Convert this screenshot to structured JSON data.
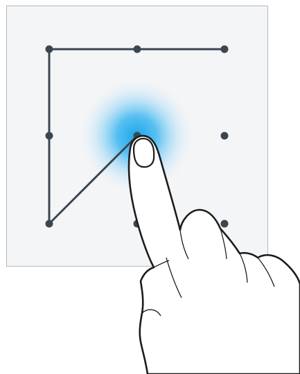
{
  "screen": {
    "name": "pattern-lock-illustration",
    "colors": {
      "panel_background": "#f4f5f7",
      "panel_border": "#b5b8bc",
      "dot_color": "#3b4651",
      "path_color": "#3b4651",
      "touch_glow": "#1aa6ea",
      "hand_outline": "#1c1c1c",
      "hand_fill": "#ffffff"
    }
  },
  "pattern": {
    "grid_size": 3,
    "dots": [
      {
        "id": "dot-1",
        "row": 1,
        "col": 1,
        "selected": true
      },
      {
        "id": "dot-2",
        "row": 1,
        "col": 2,
        "selected": true
      },
      {
        "id": "dot-3",
        "row": 1,
        "col": 3,
        "selected": true
      },
      {
        "id": "dot-4",
        "row": 2,
        "col": 1,
        "selected": true
      },
      {
        "id": "dot-5",
        "row": 2,
        "col": 2,
        "selected": true
      },
      {
        "id": "dot-6",
        "row": 2,
        "col": 3,
        "selected": false
      },
      {
        "id": "dot-7",
        "row": 3,
        "col": 1,
        "selected": true
      },
      {
        "id": "dot-8",
        "row": 3,
        "col": 2,
        "selected": false
      },
      {
        "id": "dot-9",
        "row": 3,
        "col": 3,
        "selected": false
      }
    ],
    "drawn_sequence": [
      "dot-3",
      "dot-2",
      "dot-1",
      "dot-4",
      "dot-7",
      "dot-5"
    ],
    "touch_point": "dot-5",
    "icons": [
      "hand-pointer-icon",
      "touch-glow-icon"
    ]
  }
}
